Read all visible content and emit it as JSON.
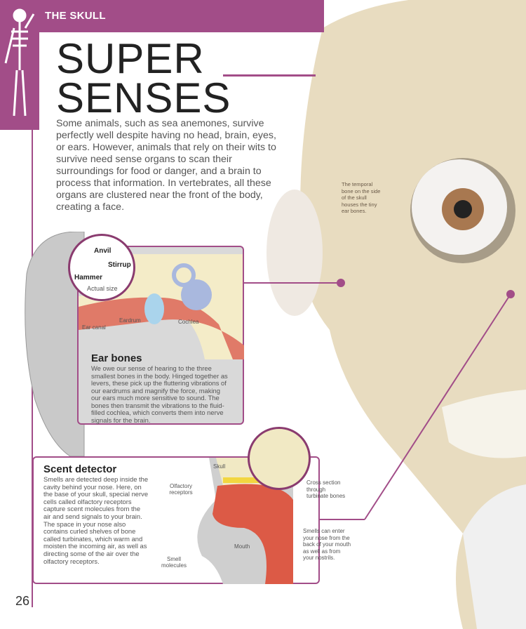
{
  "header": {
    "section": "THE SKULL",
    "title_line1": "SUPER",
    "title_line2": "SENSES"
  },
  "intro": "Some animals, such as sea anemones, survive perfectly well despite having no head, brain, eyes, or ears. However, animals that rely on their wits to survive need sense organs to scan their surroundings for food or danger, and a brain to process that information. In vertebrates, all these organs are clustered near the front of the body, creating a face.",
  "skull_annotation": "The temporal bone on the side of the skull houses the tiny ear bones.",
  "ear": {
    "anvil": "Anvil",
    "stirrup": "Stirrup",
    "hammer": "Hammer",
    "actual_size": "Actual size",
    "eardrum": "Eardrum",
    "cochlea": "Cochlea",
    "ear_canal": "Ear canal",
    "heading": "Ear bones",
    "body": "We owe our sense of hearing to the three smallest bones in the body. Hinged together as levers, these pick up the fluttering vibrations of our eardrums and magnify the force, making our ears much more sensitive to sound. The bones then transmit the vibrations to the fluid-filled cochlea, which converts them into nerve signals for the brain."
  },
  "scent": {
    "heading": "Scent detector",
    "body": "Smells are detected deep inside the cavity behind your nose. Here, on the base of your skull, special nerve cells called olfactory receptors capture scent molecules from the air and send signals to your brain. The space in your nose also contains curled shelves of bone called turbinates, which warm and moisten the incoming air, as well as directing some of the air over the olfactory receptors.",
    "skull": "Skull",
    "olfactory": "Olfactory receptors",
    "mouth": "Mouth",
    "smell_molecules": "Smell molecules",
    "cross_section": "Cross section through turbinate bones",
    "smells_enter": "Smells can enter your nose from the back of your mouth as well as from your nostrils."
  },
  "page_number": "26",
  "colors": {
    "accent": "#a24d88"
  }
}
